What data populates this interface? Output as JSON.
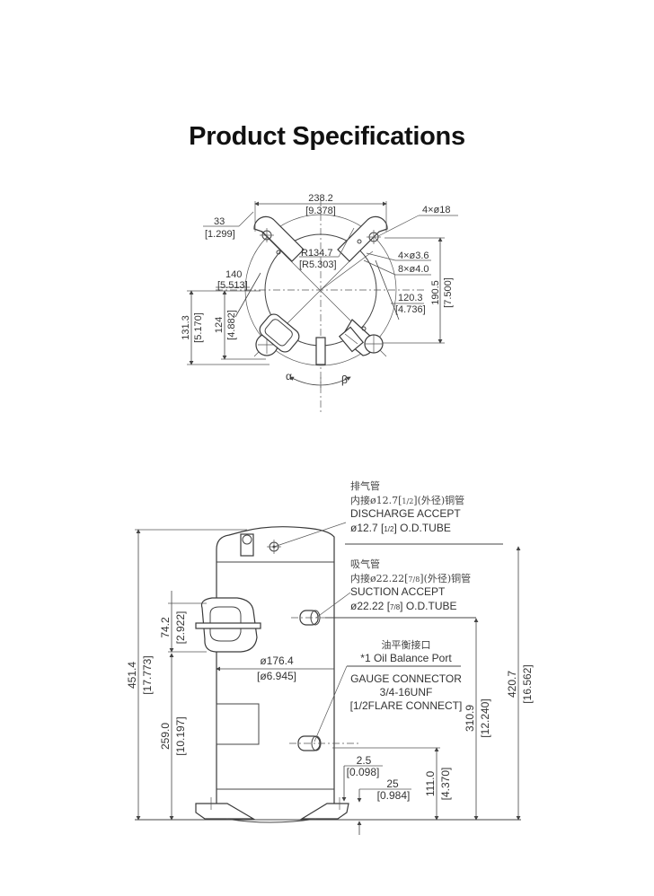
{
  "page": {
    "title": "Product Specifications"
  },
  "top_view": {
    "width_mm": "238.2",
    "width_in": "[9.378]",
    "mount_hole_label": "4×ø18",
    "bracket_width_mm": "33",
    "bracket_width_in": "[1.299]",
    "radius_mm": "R134.7",
    "radius_in": "[R5.303]",
    "small_holes_a": "4×ø3.6",
    "small_holes_b": "8×ø4.0",
    "offset_140_mm": "140",
    "offset_140_in": "[5.513]",
    "offset_120_mm": "120.3",
    "offset_120_in": "[4.736]",
    "height_190_mm": "190.5",
    "height_190_in": "[7.500]",
    "height_131_mm": "131.3",
    "height_131_in": "[5.170]",
    "height_124_mm": "124",
    "height_124_in": "[4.882]",
    "angle_alpha": "α",
    "angle_beta": "β"
  },
  "side_view": {
    "discharge": {
      "cn_title": "排气管",
      "cn_desc_prefix": "内接ø12.7[",
      "cn_desc_frac": "1/2",
      "cn_desc_suffix": "](外径)铜管",
      "en_title": "DISCHARGE ACCEPT",
      "en_desc_prefix": "ø12.7 [",
      "en_desc_frac": "1/2",
      "en_desc_suffix": "] O.D.TUBE"
    },
    "suction": {
      "cn_title": "吸气管",
      "cn_desc_prefix": "内接ø22.22[",
      "cn_desc_frac": "7/8",
      "cn_desc_suffix": "](外径)铜管",
      "en_title": "SUCTION ACCEPT",
      "en_desc_prefix": "ø22.22 [",
      "en_desc_frac": "7/8",
      "en_desc_suffix": "] O.D.TUBE"
    },
    "oil_port": {
      "cn_title": "油平衡接口",
      "en_title": "*1 Oil Balance Port",
      "gauge_line1": "GAUGE CONNECTOR",
      "gauge_line2": "3/4-16UNF",
      "gauge_line3": "[1/2FLARE CONNECT]"
    },
    "diameter_mm": "ø176.4",
    "diameter_in": "[ø6.945]",
    "total_height_mm": "451.4",
    "total_height_in": "[17.773]",
    "terminal_height_mm": "74.2",
    "terminal_height_in": "[2.922]",
    "terminal_base_mm": "259.0",
    "terminal_base_in": "[10.197]",
    "discharge_height_mm": "420.7",
    "discharge_height_in": "[16.562]",
    "suction_height_mm": "310.9",
    "suction_height_in": "[12.240]",
    "oil_port_height_mm": "111.0",
    "oil_port_height_in": "[4.370]",
    "foot_thickness_mm": "2.5",
    "foot_thickness_in": "[0.098]",
    "foot_height_mm": "25",
    "foot_height_in": "[0.984]"
  }
}
